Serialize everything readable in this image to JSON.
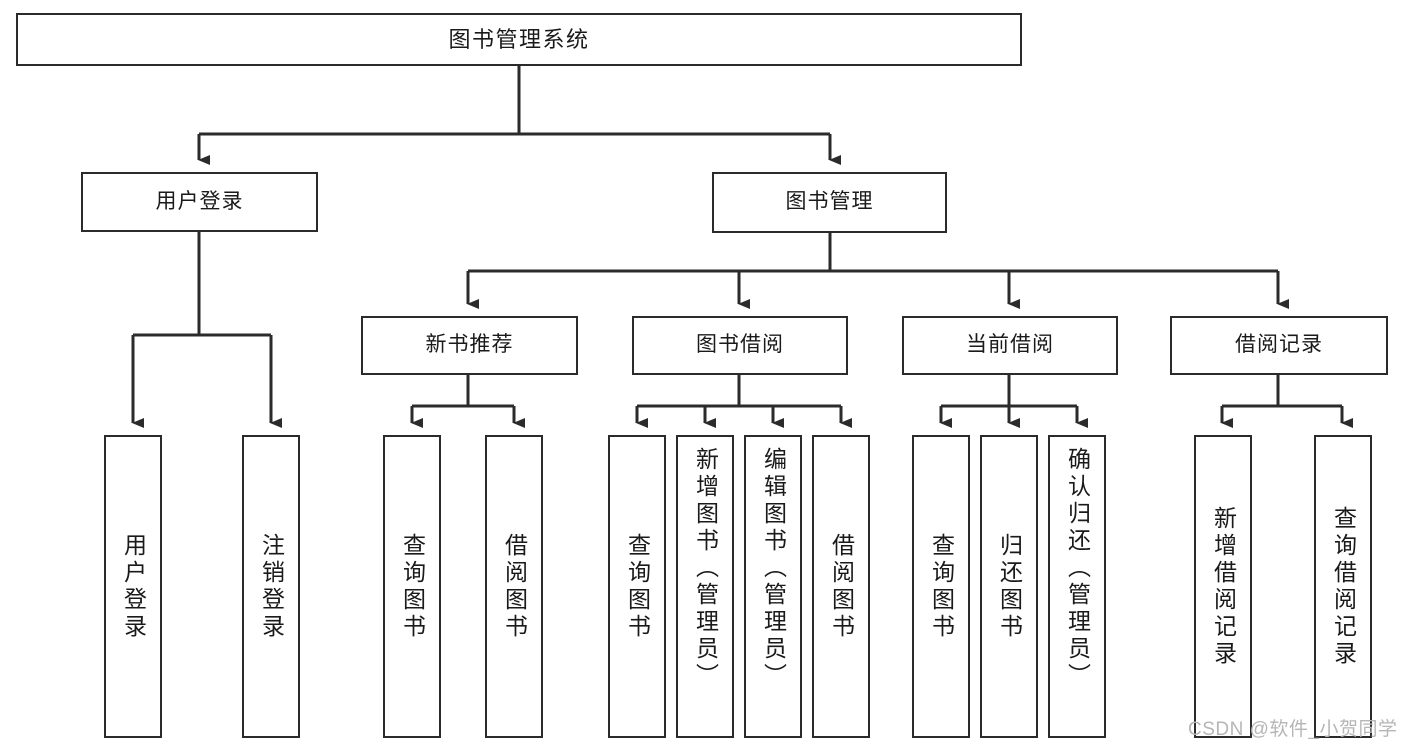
{
  "diagram": {
    "title": "图书管理系统",
    "type": "hierarchy-tree",
    "colors": {
      "box_border": "#2b2b2b",
      "box_fill": "#ffffff",
      "connector": "#2b2b2b",
      "background": "#ffffff",
      "watermark": "#b6b6b6"
    },
    "root": {
      "label": "图书管理系统"
    },
    "level1": [
      {
        "label": "用户登录"
      },
      {
        "label": "图书管理"
      }
    ],
    "level2": [
      {
        "label": "新书推荐"
      },
      {
        "label": "图书借阅"
      },
      {
        "label": "当前借阅"
      },
      {
        "label": "借阅记录"
      }
    ],
    "leaves": {
      "user_login": [
        {
          "label": "用户登录"
        },
        {
          "label": "注销登录"
        }
      ],
      "new_book_recommend": [
        {
          "label": "查询图书"
        },
        {
          "label": "借阅图书"
        }
      ],
      "book_borrow": [
        {
          "label": "查询图书"
        },
        {
          "label": "新增图书（管理员）"
        },
        {
          "label": "编辑图书（管理员）"
        },
        {
          "label": "借阅图书"
        }
      ],
      "current_borrow": [
        {
          "label": "查询图书"
        },
        {
          "label": "归还图书"
        },
        {
          "label": "确认归还（管理员）"
        }
      ],
      "borrow_record": [
        {
          "label": "新增借阅记录"
        },
        {
          "label": "查询借阅记录"
        }
      ]
    },
    "watermark": "CSDN @软件_小贺同学"
  }
}
